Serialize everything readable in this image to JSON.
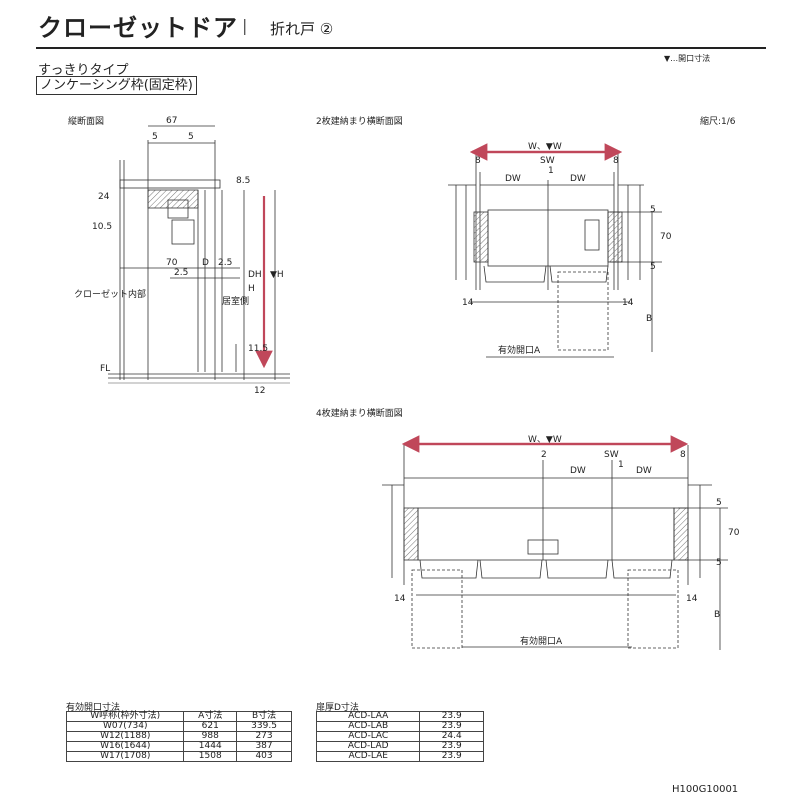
{
  "header": {
    "title": "クローゼットドア",
    "separator": "|",
    "subtitle": "折れ戸 ②",
    "legend": "▼…開口寸法",
    "type": "すっきりタイプ",
    "frame": "ノンケーシング枠(固定枠)"
  },
  "section_vertical": {
    "title": "縦断面図",
    "dims": {
      "d67": "67",
      "d5a": "5",
      "d5b": "5",
      "d8_5": "8.5",
      "d24": "24",
      "d10_5": "10.5",
      "d70": "70",
      "dD": "D",
      "d2_5a": "2.5",
      "d2_5b": "2.5",
      "d11_5": "11.5",
      "d12": "12",
      "dDH": "DH",
      "dH": "H",
      "dVH": "▼H"
    },
    "labels": {
      "closet_inside": "クローゼット内部",
      "room_side": "居室側",
      "fl": "FL"
    }
  },
  "section_2panel": {
    "title": "2枚建納まり横断面図",
    "scale": "縮尺:1/6",
    "dims": {
      "w": "W、▼W",
      "sw": "SW",
      "dw1": "DW",
      "dw2": "DW",
      "d8a": "8",
      "d8b": "8",
      "d1": "1",
      "d5a": "5",
      "d5b": "5",
      "d70": "70",
      "d14a": "14",
      "d14b": "14",
      "dB": "B",
      "opening": "有効開口A"
    }
  },
  "section_4panel": {
    "title": "4枚建納まり横断面図",
    "dims": {
      "w": "W、▼W",
      "sw": "SW",
      "dw1": "DW",
      "dw2": "DW",
      "d2": "2",
      "d8": "8",
      "d1": "1",
      "d5a": "5",
      "d5b": "5",
      "d70": "70",
      "d14a": "14",
      "d14b": "14",
      "dB": "B",
      "opening": "有効開口A"
    }
  },
  "table_opening": {
    "caption": "有効開口寸法",
    "headers": [
      "W呼称(枠外寸法)",
      "A寸法",
      "B寸法"
    ],
    "rows": [
      [
        "W07(734)",
        "621",
        "339.5"
      ],
      [
        "W12(1188)",
        "988",
        "273"
      ],
      [
        "W16(1644)",
        "1444",
        "387"
      ],
      [
        "W17(1708)",
        "1508",
        "403"
      ]
    ]
  },
  "table_thickness": {
    "caption": "扉厚D寸法",
    "rows": [
      [
        "ACD-LAA",
        "23.9"
      ],
      [
        "ACD-LAB",
        "23.9"
      ],
      [
        "ACD-LAC",
        "24.4"
      ],
      [
        "ACD-LAD",
        "23.9"
      ],
      [
        "ACD-LAE",
        "23.9"
      ]
    ]
  },
  "code": "H100G10001",
  "colors": {
    "highlight": "#c0475a",
    "line": "#333333"
  }
}
